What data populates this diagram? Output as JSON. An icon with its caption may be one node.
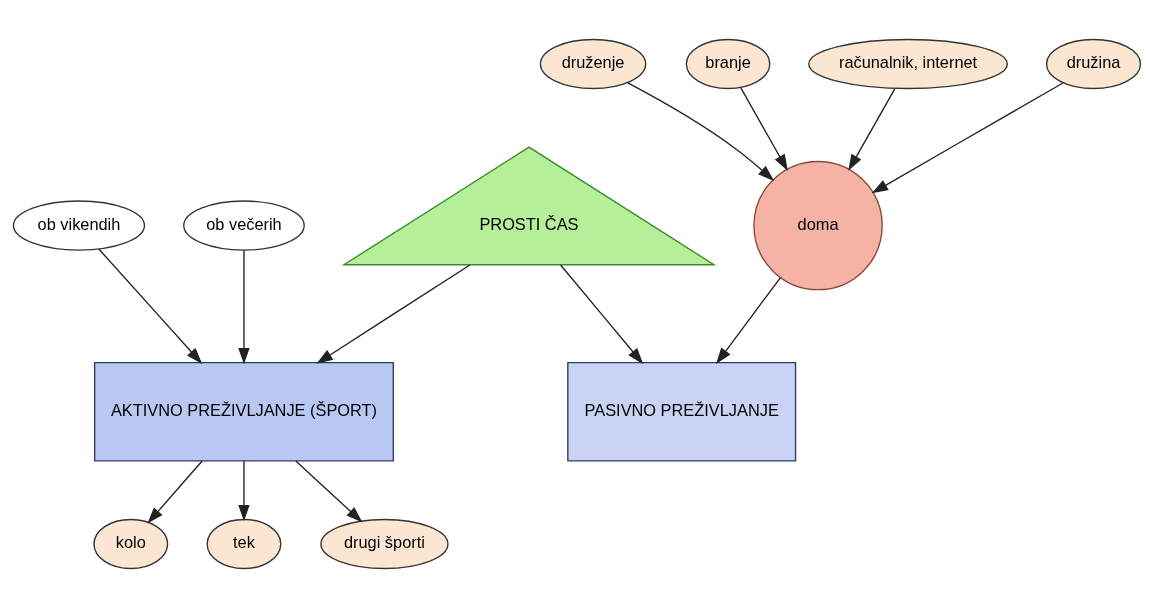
{
  "diagram": {
    "nodes": [
      {
        "text": [
          "PROSTI ČAS"
        ]
      },
      {
        "text": [
          "ob vikendih"
        ]
      },
      {
        "text": [
          "ob večerih"
        ]
      },
      {
        "text": [
          "AKTIVNO PREŽIVLJANJE (ŠPORT)"
        ]
      },
      {
        "text": [
          "PASIVNO PREŽIVLJANJE"
        ]
      },
      {
        "text": [
          "druženje"
        ]
      },
      {
        "text": [
          "branje"
        ]
      },
      {
        "text": [
          "doma"
        ]
      },
      {
        "text": [
          "računalnik, internet"
        ]
      },
      {
        "text": [
          "kolo"
        ]
      },
      {
        "text": [
          "tek"
        ]
      },
      {
        "text": [
          "drugi športi"
        ]
      },
      {
        "text": [
          "družina"
        ]
      }
    ],
    "edges": [
      {
        "from": 0,
        "to": 3,
        "arrow": "to"
      },
      {
        "from": 0,
        "to": 4,
        "arrow": "to"
      },
      {
        "from": 1,
        "to": 3,
        "arrow": "to"
      },
      {
        "from": 2,
        "to": 3,
        "arrow": "to"
      },
      {
        "from": 3,
        "to": 9,
        "arrow": "to"
      },
      {
        "from": 3,
        "to": 10,
        "arrow": "to"
      },
      {
        "from": 3,
        "to": 11,
        "arrow": "to"
      },
      {
        "from": 5,
        "to": 7,
        "arrow": "to"
      },
      {
        "from": 6,
        "to": 7,
        "arrow": "to"
      },
      {
        "from": 8,
        "to": 7,
        "arrow": "to"
      },
      {
        "from": 12,
        "to": 7,
        "arrow": "to"
      },
      {
        "from": 7,
        "to": 4,
        "arrow": "to"
      }
    ]
  }
}
